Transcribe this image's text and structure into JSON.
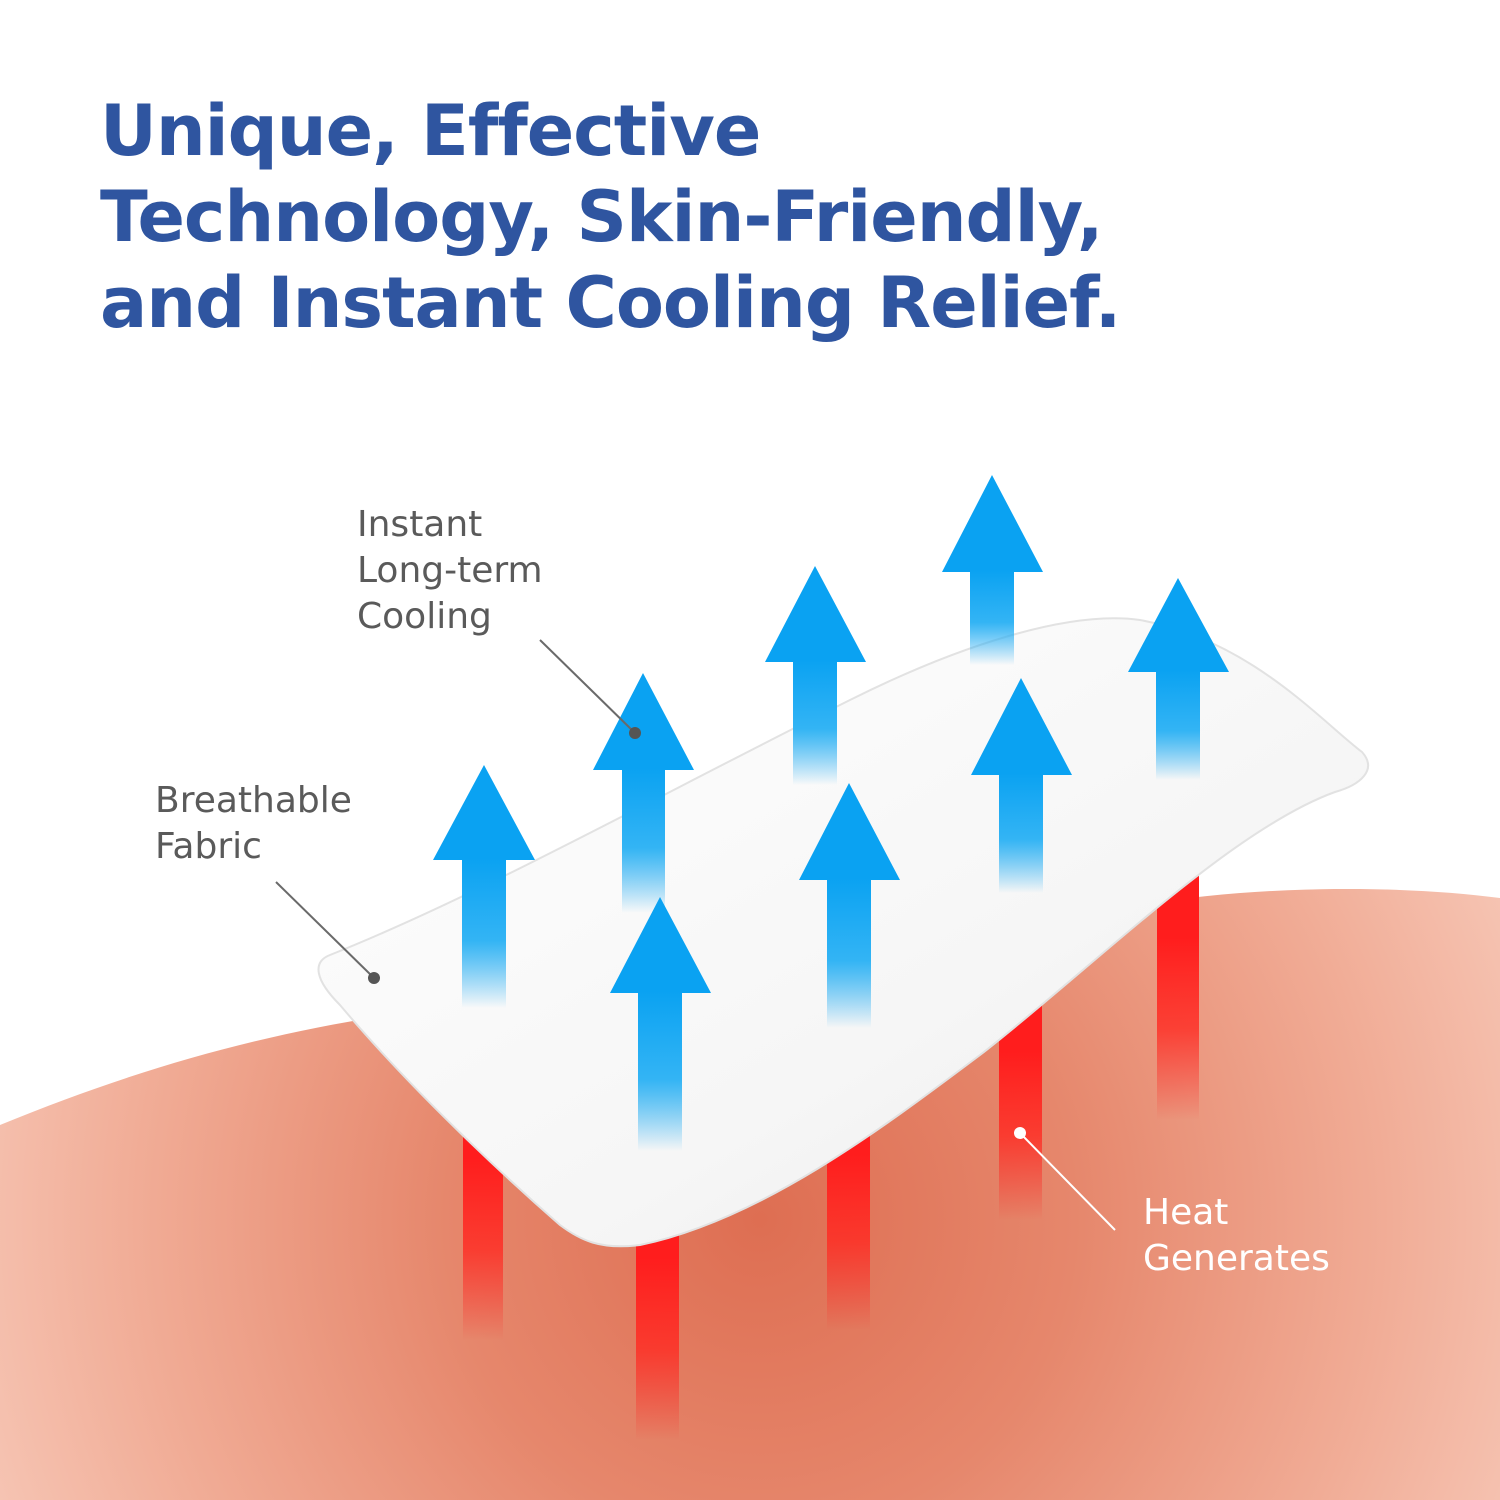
{
  "headline": {
    "line1": "Unique, Effective",
    "line2": "Technology, Skin-Friendly,",
    "line3": "and Instant Cooling Relief."
  },
  "callouts": {
    "cooling": {
      "line1": "Instant",
      "line2": "Long-term",
      "line3": "Cooling"
    },
    "fabric": {
      "line1": "Breathable",
      "line2": "Fabric"
    },
    "heat": {
      "line1": "Heat",
      "line2": "Generates"
    }
  },
  "colors": {
    "headline": "#2f55a0",
    "cooling_arrow": "#0aa2f2",
    "heat_arrow": "#ff1d1d",
    "skin": "#f2b3a0",
    "patch": "#f6f6f6",
    "callout_text": "#5a5a5a"
  }
}
